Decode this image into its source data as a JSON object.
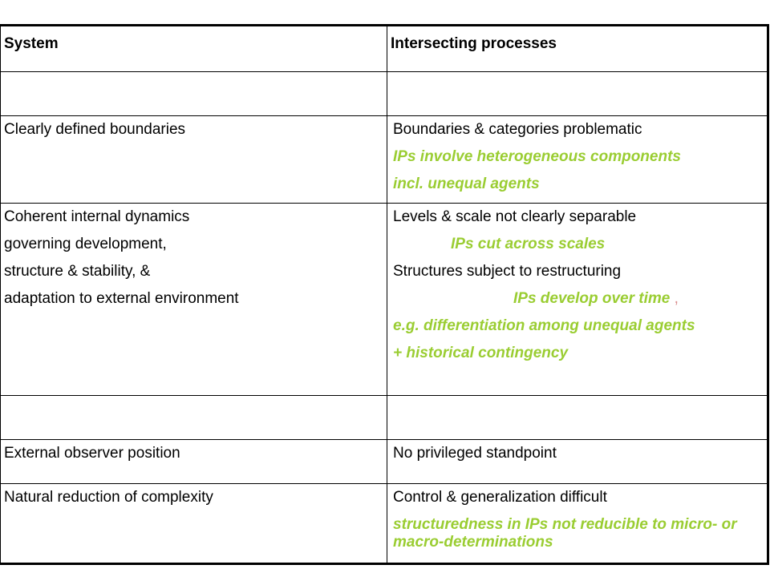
{
  "table": {
    "headers": [
      "System",
      "Intersecting processes"
    ],
    "rows": [
      {
        "left": [],
        "right": []
      },
      {
        "left": [
          "Clearly defined boundaries"
        ],
        "right": [
          "Boundaries & categories problematic",
          "IPs involve heterogeneous components",
          "incl. unequal agents"
        ]
      },
      {
        "left": [
          "Coherent internal dynamics",
          "governing development,",
          "structure & stability, &",
          "adaptation to external environment"
        ],
        "right": [
          "Levels & scale not clearly separable",
          "IPs cut across scales",
          "Structures subject to restructuring",
          "IPs develop over time",
          ",",
          "e.g. differentiation among unequal agents",
          "+ historical contingency"
        ]
      },
      {
        "left": [],
        "right": []
      },
      {
        "left": [
          "External observer position"
        ],
        "right": [
          "No privileged standpoint"
        ]
      },
      {
        "left": [
          "Natural reduction of complexity"
        ],
        "right": [
          "Control & generalization difficult",
          "structuredness in IPs not reducible to micro- or macro-determinations"
        ]
      }
    ]
  },
  "colors": {
    "text": "#000000",
    "emphasis": "#9acd32",
    "accent_comma": "#d98c8c",
    "border": "#000000"
  }
}
